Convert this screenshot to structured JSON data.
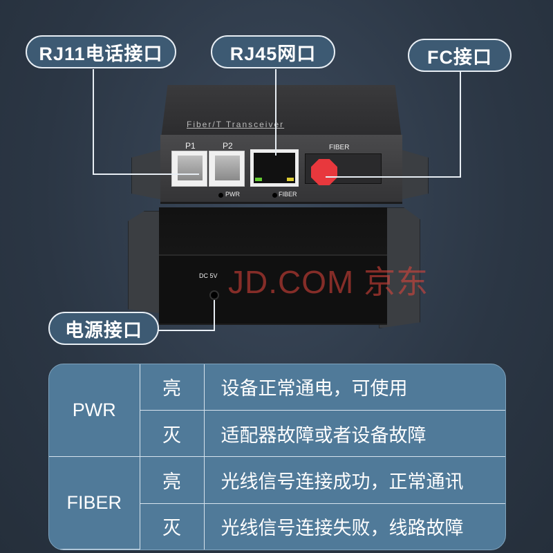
{
  "callouts": {
    "rj11": "RJ11电话接口",
    "rj45": "RJ45网口",
    "fc": "FC接口",
    "power": "电源接口"
  },
  "device": {
    "top_text": "Fiber/T Transceiver",
    "port_labels": {
      "p1": "P1",
      "p2": "P2",
      "fiber_port": "FIBER",
      "pwr_led": "PWR",
      "fiber_led": "FIBER",
      "dc": "DC 5V"
    },
    "watermark": "JD.COM 京东"
  },
  "table": {
    "groups": [
      {
        "name": "PWR",
        "rows": [
          {
            "state": "亮",
            "desc": "设备正常通电，可使用"
          },
          {
            "state": "灭",
            "desc": "适配器故障或者设备故障"
          }
        ]
      },
      {
        "name": "FIBER",
        "rows": [
          {
            "state": "亮",
            "desc": "光线信号连接成功，正常通讯"
          },
          {
            "state": "灭",
            "desc": "光线信号连接失败，线路故障"
          }
        ]
      }
    ]
  },
  "colors": {
    "background": "#2e3a49",
    "table_fill": "#507a99",
    "pill_fill": "#3d5a73",
    "fc_connector": "#e8383d"
  }
}
